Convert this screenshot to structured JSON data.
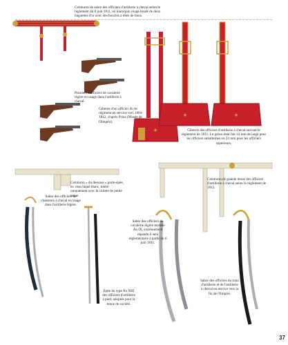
{
  "page": {
    "number": "37"
  },
  "captions": {
    "ceinturon_sabre": "Ceinturon de sabre des officiers d'artillerie à cheval selon le règlement du 8 juin 1811, en maroquin rouge brodé de deux baguettes d'or avec des boucles à têtes de lions.",
    "pistolets": "Pistolets d'officiers de cavalerie légère en usage dans l'artillerie à cheval.",
    "giberne_4e": "Giberne d'un officier du 4e régiment en service vers 1804-1812, d'après Prinz (Musée de l'Empéri).",
    "giberne_1811": "Giberne des officiers d'artillerie à cheval suivant le règlement de 1811. Le galon dont fait 14 mm de large pour les officiers subalternes ou 23 mm pour les officiers supérieurs.",
    "ceinturon_dessous": "Ceinturon « du dessous » porte-épée, en veau laqué blanc, toléré uniquement avec la culotte de petite tenue.",
    "ceinturon_grande": "Ceinturon de grande tenue des officiers d'artillerie à cheval selon le règlement de 1812.",
    "sabre_chasseurs": "Sabre des officiers de chasseurs à cheval en usage dans l'artillerie légère.",
    "sabre_cavalerie": "Sabre des officiers de cavalerie légère modèle An IX, extrêmement répandu il sera réglementaire à partir du 6 juin 1811.",
    "epee_an13": "Épée du type An XIII des officiers d'artillerie à pied, adoptée pour la tenue de société.",
    "sabre_train": "Sabre des officiers du train d'artillerie et de l'artillerie à cheval en service vers la fin de l'Empire."
  },
  "colors": {
    "red": "#c8202a",
    "gold": "#c9a23c",
    "leather": "#e9e3c9",
    "steel": "#a9adb3",
    "wood": "#6b3a22"
  }
}
